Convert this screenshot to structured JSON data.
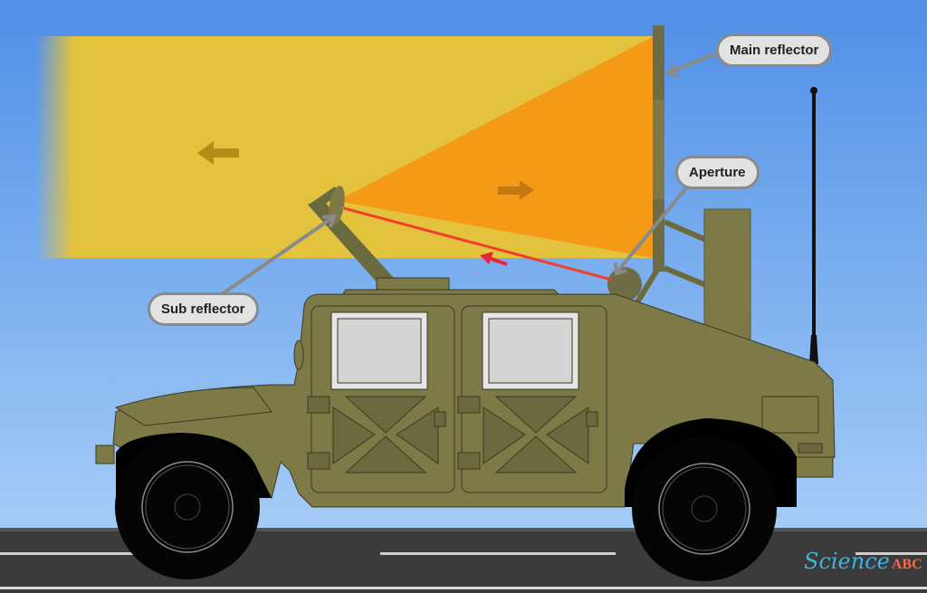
{
  "labels": {
    "main_reflector": "Main reflector",
    "aperture": "Aperture",
    "sub_reflector": "Sub reflector"
  },
  "logo": {
    "science": "Science",
    "abc": "ABC"
  },
  "colors": {
    "sky_top": "#4f8fe6",
    "sky_bottom": "#9cc6f5",
    "beam_yellow": "#e3c23e",
    "beam_orange": "#f59a17",
    "vehicle": "#7d7a48",
    "vehicle_dark": "#6b6a3e",
    "road": "#3a3a3a",
    "signal_ray": "#f0402a",
    "callout_bg": "#e2e2e2",
    "callout_border": "#8a8a8a"
  },
  "icons": [
    "arrow-left-icon",
    "arrow-right-icon",
    "signal-arrow-icon",
    "antenna-icon"
  ]
}
